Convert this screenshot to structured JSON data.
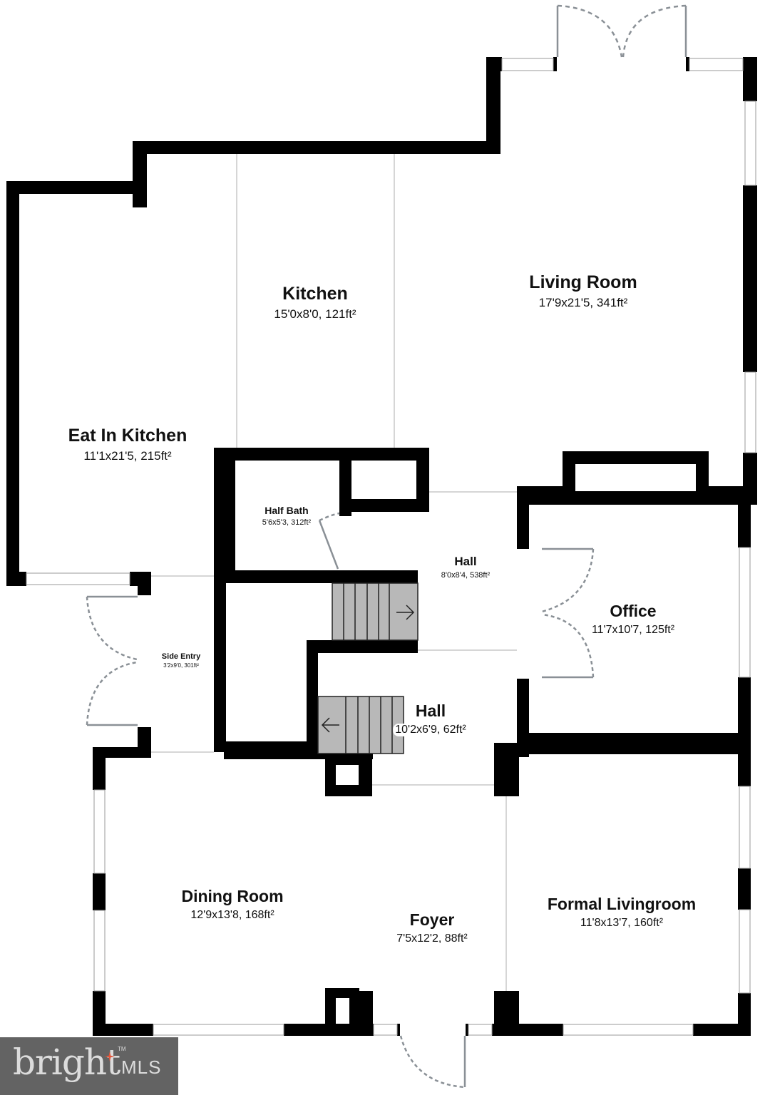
{
  "floorplan": {
    "rooms": [
      {
        "id": "living-room",
        "name": "Living Room",
        "dimensions": "17'9x21'5, 341ft²"
      },
      {
        "id": "kitchen",
        "name": "Kitchen",
        "dimensions": "15'0x8'0, 121ft²"
      },
      {
        "id": "eat-in-kitchen",
        "name": "Eat In Kitchen",
        "dimensions": "11'1x21'5, 215ft²"
      },
      {
        "id": "half-bath",
        "name": "Half Bath",
        "dimensions": "5'6x5'3, 312ft²"
      },
      {
        "id": "hall-upper",
        "name": "Hall",
        "dimensions": "8'0x8'4, 538ft²"
      },
      {
        "id": "office",
        "name": "Office",
        "dimensions": "11'7x10'7, 125ft²"
      },
      {
        "id": "side-entry",
        "name": "Side Entry",
        "dimensions": "3'2x9'0, 301ft²"
      },
      {
        "id": "hall-lower",
        "name": "Hall",
        "dimensions": "10'2x6'9, 62ft²"
      },
      {
        "id": "dining-room",
        "name": "Dining Room",
        "dimensions": "12'9x13'8, 168ft²"
      },
      {
        "id": "foyer",
        "name": "Foyer",
        "dimensions": "7'5x12'2, 88ft²"
      },
      {
        "id": "formal-livingroom",
        "name": "Formal Livingroom",
        "dimensions": "11'8x13'7, 160ft²"
      }
    ],
    "stairs": [
      {
        "id": "stairs-up",
        "direction": "right",
        "arrow": "→"
      },
      {
        "id": "stairs-down",
        "direction": "left",
        "arrow": "←"
      }
    ],
    "colors": {
      "wall": "#000000",
      "stair_fill": "#b8b8b8",
      "door_swing": "#8a9096",
      "divider": "#c8c8c8"
    }
  },
  "watermark": {
    "brand": "bright",
    "suffix": "MLS",
    "trademark": "TM",
    "background": "#636363",
    "accent": "#e2553a"
  }
}
